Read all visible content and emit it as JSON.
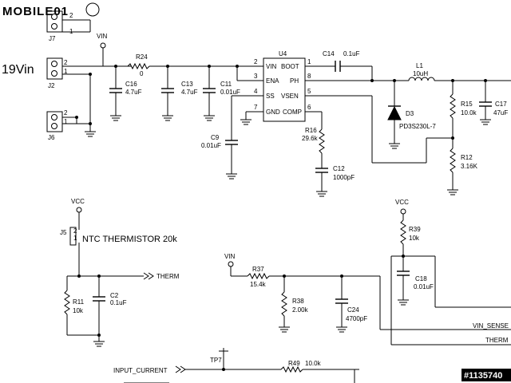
{
  "watermark": {
    "logo": "MOBILE01",
    "id": "#1135740"
  },
  "power_in": {
    "label": "19Vin"
  },
  "connectors": {
    "j7": {
      "ref": "J7",
      "pins": [
        "2",
        "1"
      ]
    },
    "j2": {
      "ref": "J2",
      "pins": [
        "2",
        "1"
      ]
    },
    "j6": {
      "ref": "J6",
      "pins": [
        "2",
        "1"
      ]
    },
    "j5": {
      "ref": "J5",
      "pins": [
        "2",
        "1"
      ],
      "desc": "NTC THERMISTOR 20k"
    }
  },
  "nets": {
    "vin_top": "VIN",
    "vcc_left": "VCC",
    "vin_mid": "VIN",
    "vcc_right": "VCC",
    "therm_arrow": "THERM",
    "vin_sense": "VIN_SENSE",
    "therm_right": "THERM",
    "input_current": "INPUT_CURRENT",
    "tp7": "TP7"
  },
  "ic": {
    "ref": "U4",
    "pins_left": [
      {
        "num": "2",
        "name": "VIN"
      },
      {
        "num": "3",
        "name": "ENA"
      },
      {
        "num": "4",
        "name": "SS"
      },
      {
        "num": "7",
        "name": "GND"
      }
    ],
    "pins_right": [
      {
        "num": "1",
        "name": "BOOT"
      },
      {
        "num": "8",
        "name": "PH"
      },
      {
        "num": "5",
        "name": "VSEN"
      },
      {
        "num": "6",
        "name": "COMP"
      }
    ]
  },
  "components": {
    "r24": {
      "ref": "R24",
      "value": "0"
    },
    "c16": {
      "ref": "C16",
      "value": "4.7uF"
    },
    "c13": {
      "ref": "C13",
      "value": "4.7uF"
    },
    "c11": {
      "ref": "C11",
      "value": "0.01uF"
    },
    "c9": {
      "ref": "C9",
      "value": "0.01uF"
    },
    "c14": {
      "ref": "C14",
      "value": "0.1uF"
    },
    "r16": {
      "ref": "R16",
      "value": "29.6k"
    },
    "c12": {
      "ref": "C12",
      "value": "1000pF"
    },
    "l1": {
      "ref": "L1",
      "value": "10uH"
    },
    "d3": {
      "ref": "D3",
      "value": "PD3S230L-7"
    },
    "r15": {
      "ref": "R15",
      "value": "10.0k"
    },
    "c17": {
      "ref": "C17",
      "value": "47uF"
    },
    "r12": {
      "ref": "R12",
      "value": "3.16K"
    },
    "c2": {
      "ref": "C2",
      "value": "0.1uF"
    },
    "r11": {
      "ref": "R11",
      "value": "10k"
    },
    "r37": {
      "ref": "R37",
      "value": "15.4k"
    },
    "r38": {
      "ref": "R38",
      "value": "2.00k"
    },
    "c24": {
      "ref": "C24",
      "value": "4700pF"
    },
    "r39": {
      "ref": "R39",
      "value": "10k"
    },
    "c18": {
      "ref": "C18",
      "value": "0.01uF"
    },
    "r49": {
      "ref": "R49",
      "value": "10.0k"
    }
  }
}
